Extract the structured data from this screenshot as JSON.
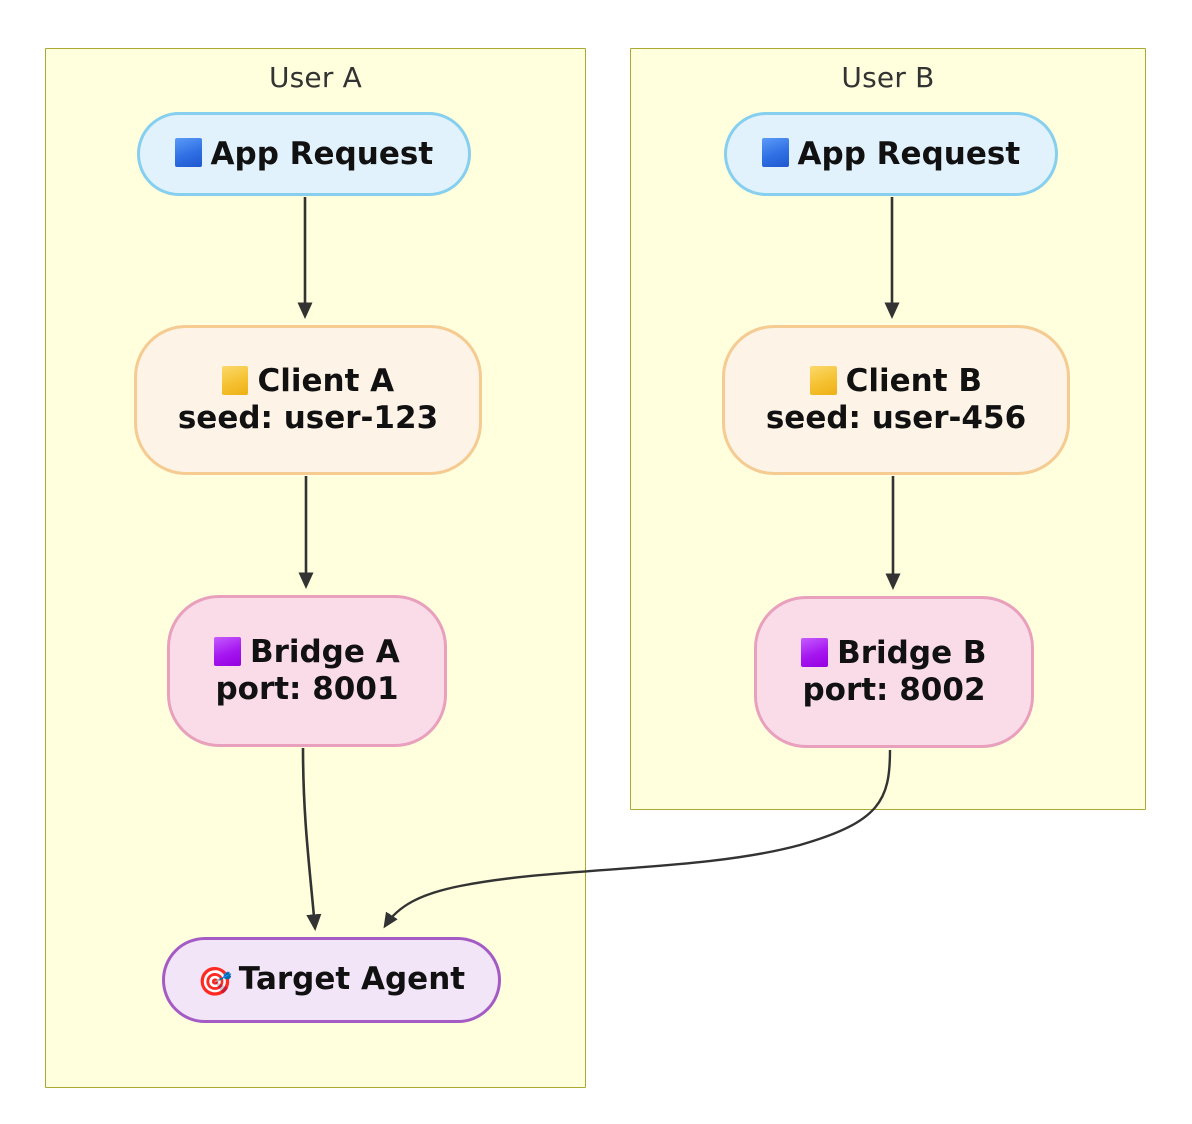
{
  "diagram": {
    "type": "flowchart",
    "direction": "top-down",
    "background": "#ffffff",
    "cluster_fill": "#ffffde",
    "cluster_stroke": "#aaaa33",
    "edge_stroke": "#333333"
  },
  "clusters": [
    {
      "id": "user-a",
      "title": "User A"
    },
    {
      "id": "user-b",
      "title": "User B"
    }
  ],
  "nodes": [
    {
      "id": "app-a",
      "cluster": "user-a",
      "icon": "blue-square-icon",
      "icon_color": "#2f6fe4",
      "label": "App Request",
      "fill": "#e1f2fc",
      "stroke": "#86cfee"
    },
    {
      "id": "client-a",
      "cluster": "user-a",
      "icon": "yellow-square-icon",
      "icon_color": "#f5c131",
      "label": "Client A",
      "sublabel": "seed: user-123",
      "fill": "#fdf3e7",
      "stroke": "#f6cb92"
    },
    {
      "id": "bridge-a",
      "cluster": "user-a",
      "icon": "purple-square-icon",
      "icon_color": "#a516f0",
      "label": "Bridge A",
      "sublabel": "port: 8001",
      "fill": "#fadce9",
      "stroke": "#e8a0bd"
    },
    {
      "id": "app-b",
      "cluster": "user-b",
      "icon": "blue-square-icon",
      "icon_color": "#2f6fe4",
      "label": "App Request",
      "fill": "#e1f2fc",
      "stroke": "#86cfee"
    },
    {
      "id": "client-b",
      "cluster": "user-b",
      "icon": "yellow-square-icon",
      "icon_color": "#f5c131",
      "label": "Client B",
      "sublabel": "seed: user-456",
      "fill": "#fdf3e7",
      "stroke": "#f6cb92"
    },
    {
      "id": "bridge-b",
      "cluster": "user-b",
      "icon": "purple-square-icon",
      "icon_color": "#a516f0",
      "label": "Bridge B",
      "sublabel": "port: 8002",
      "fill": "#fadce9",
      "stroke": "#e8a0bd"
    },
    {
      "id": "target-agent",
      "cluster": "user-a",
      "icon": "dart-target-icon",
      "icon_glyph": "🎯",
      "label": "Target Agent",
      "fill": "#f3e5f8",
      "stroke": "#a45bc4"
    }
  ],
  "edges": [
    {
      "id": "edge-app-a-client-a",
      "from": "app-a",
      "to": "client-a",
      "style": "solid-arrow"
    },
    {
      "id": "edge-client-a-bridge-a",
      "from": "client-a",
      "to": "bridge-a",
      "style": "solid-arrow"
    },
    {
      "id": "edge-bridge-a-target",
      "from": "bridge-a",
      "to": "target-agent",
      "style": "solid-arrow"
    },
    {
      "id": "edge-app-b-client-b",
      "from": "app-b",
      "to": "client-b",
      "style": "solid-arrow"
    },
    {
      "id": "edge-client-b-bridge-b",
      "from": "client-b",
      "to": "bridge-b",
      "style": "solid-arrow"
    },
    {
      "id": "edge-bridge-b-target",
      "from": "bridge-b",
      "to": "target-agent",
      "style": "curved-arrow"
    }
  ]
}
